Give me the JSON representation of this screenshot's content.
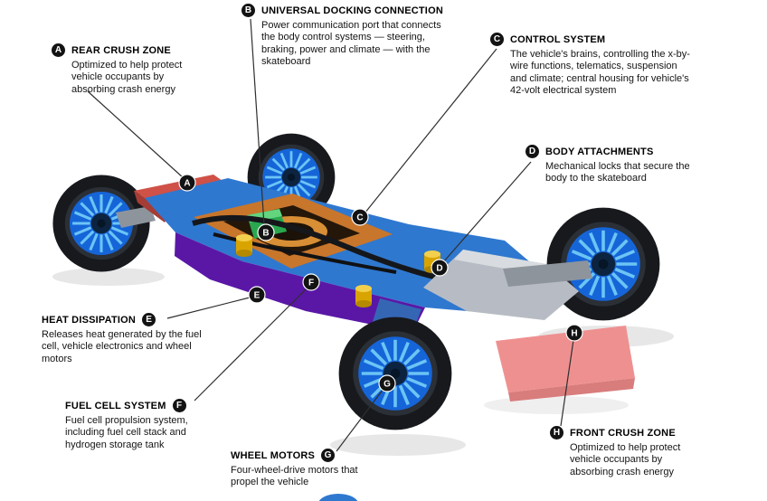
{
  "callouts": [
    {
      "id": "A",
      "title": "REAR CRUSH ZONE",
      "description": "Optimized to help protect vehicle occupants by absorbing crash energy"
    },
    {
      "id": "B",
      "title": "UNIVERSAL DOCKING CONNECTION",
      "description": "Power communication port that connects the body control systems — steering, braking, power and climate — with the skateboard"
    },
    {
      "id": "C",
      "title": "CONTROL SYSTEM",
      "description": "The vehicle's brains, controlling the x-by-wire functions, telematics, suspension and climate; central housing for vehicle's 42-volt electrical system"
    },
    {
      "id": "D",
      "title": "BODY ATTACHMENTS",
      "description": "Mechanical locks that secure the body to the skateboard"
    },
    {
      "id": "E",
      "title": "HEAT DISSIPATION",
      "description": "Releases heat generated by the fuel cell, vehicle electronics and wheel motors"
    },
    {
      "id": "F",
      "title": "FUEL CELL SYSTEM",
      "description": "Fuel cell propulsion system, including fuel cell stack and hydrogen storage tank"
    },
    {
      "id": "G",
      "title": "WHEEL MOTORS",
      "description": "Four-wheel-drive motors that propel the vehicle"
    },
    {
      "id": "H",
      "title": "FRONT CRUSH ZONE",
      "description": "Optimized to help protect vehicle occupants by absorbing crash energy"
    }
  ],
  "colors": {
    "tire": "#17191d",
    "rim_blue": "#1565d8",
    "spoke_blue": "#6cc4f5",
    "hub_dark": "#0d2440",
    "deck_blue": "#2f78cf",
    "underside_purple": "#5a17a6",
    "platform_copper": "#c8762c",
    "platform_dark": "#241709",
    "dock_green": "#2aa84f",
    "attachment_gold": "#d9a400",
    "front_gray": "#b7bcc4",
    "front_crush_pink": "#ef9090",
    "rear_crush_red": "#cf5148",
    "marker_bg": "#131313",
    "marker_text": "#ffffff",
    "line": "#2f2f2f"
  }
}
